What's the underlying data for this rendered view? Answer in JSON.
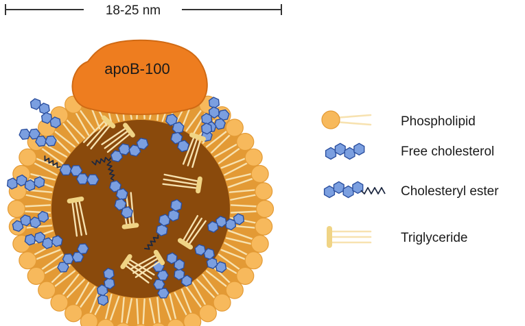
{
  "scale_bar": {
    "label": "18-25 nm"
  },
  "protein": {
    "label": "apoB-100"
  },
  "legend": {
    "items": [
      {
        "id": "phospholipid",
        "label": "Phospholipid"
      },
      {
        "id": "free-cholesterol",
        "label": "Free cholesterol"
      },
      {
        "id": "cholesteryl-ester",
        "label": "Cholesteryl ester"
      },
      {
        "id": "triglyceride",
        "label": "Triglyceride"
      }
    ]
  },
  "colors": {
    "phospholipid_head": "#f7b95c",
    "phospholipid_head_stroke": "#e39a35",
    "tail": "#f7e2b0",
    "core": "#8a4a0c",
    "shell_band": "#e39a35",
    "cholesterol_fill": "#7b9fe0",
    "cholesterol_stroke": "#2a4e9e",
    "ester_tail": "#1c2740",
    "triglyceride": "#f0d485",
    "apob": "#ee7d1f",
    "apob_stroke": "#d06a14",
    "text": "#1a1a1a"
  }
}
